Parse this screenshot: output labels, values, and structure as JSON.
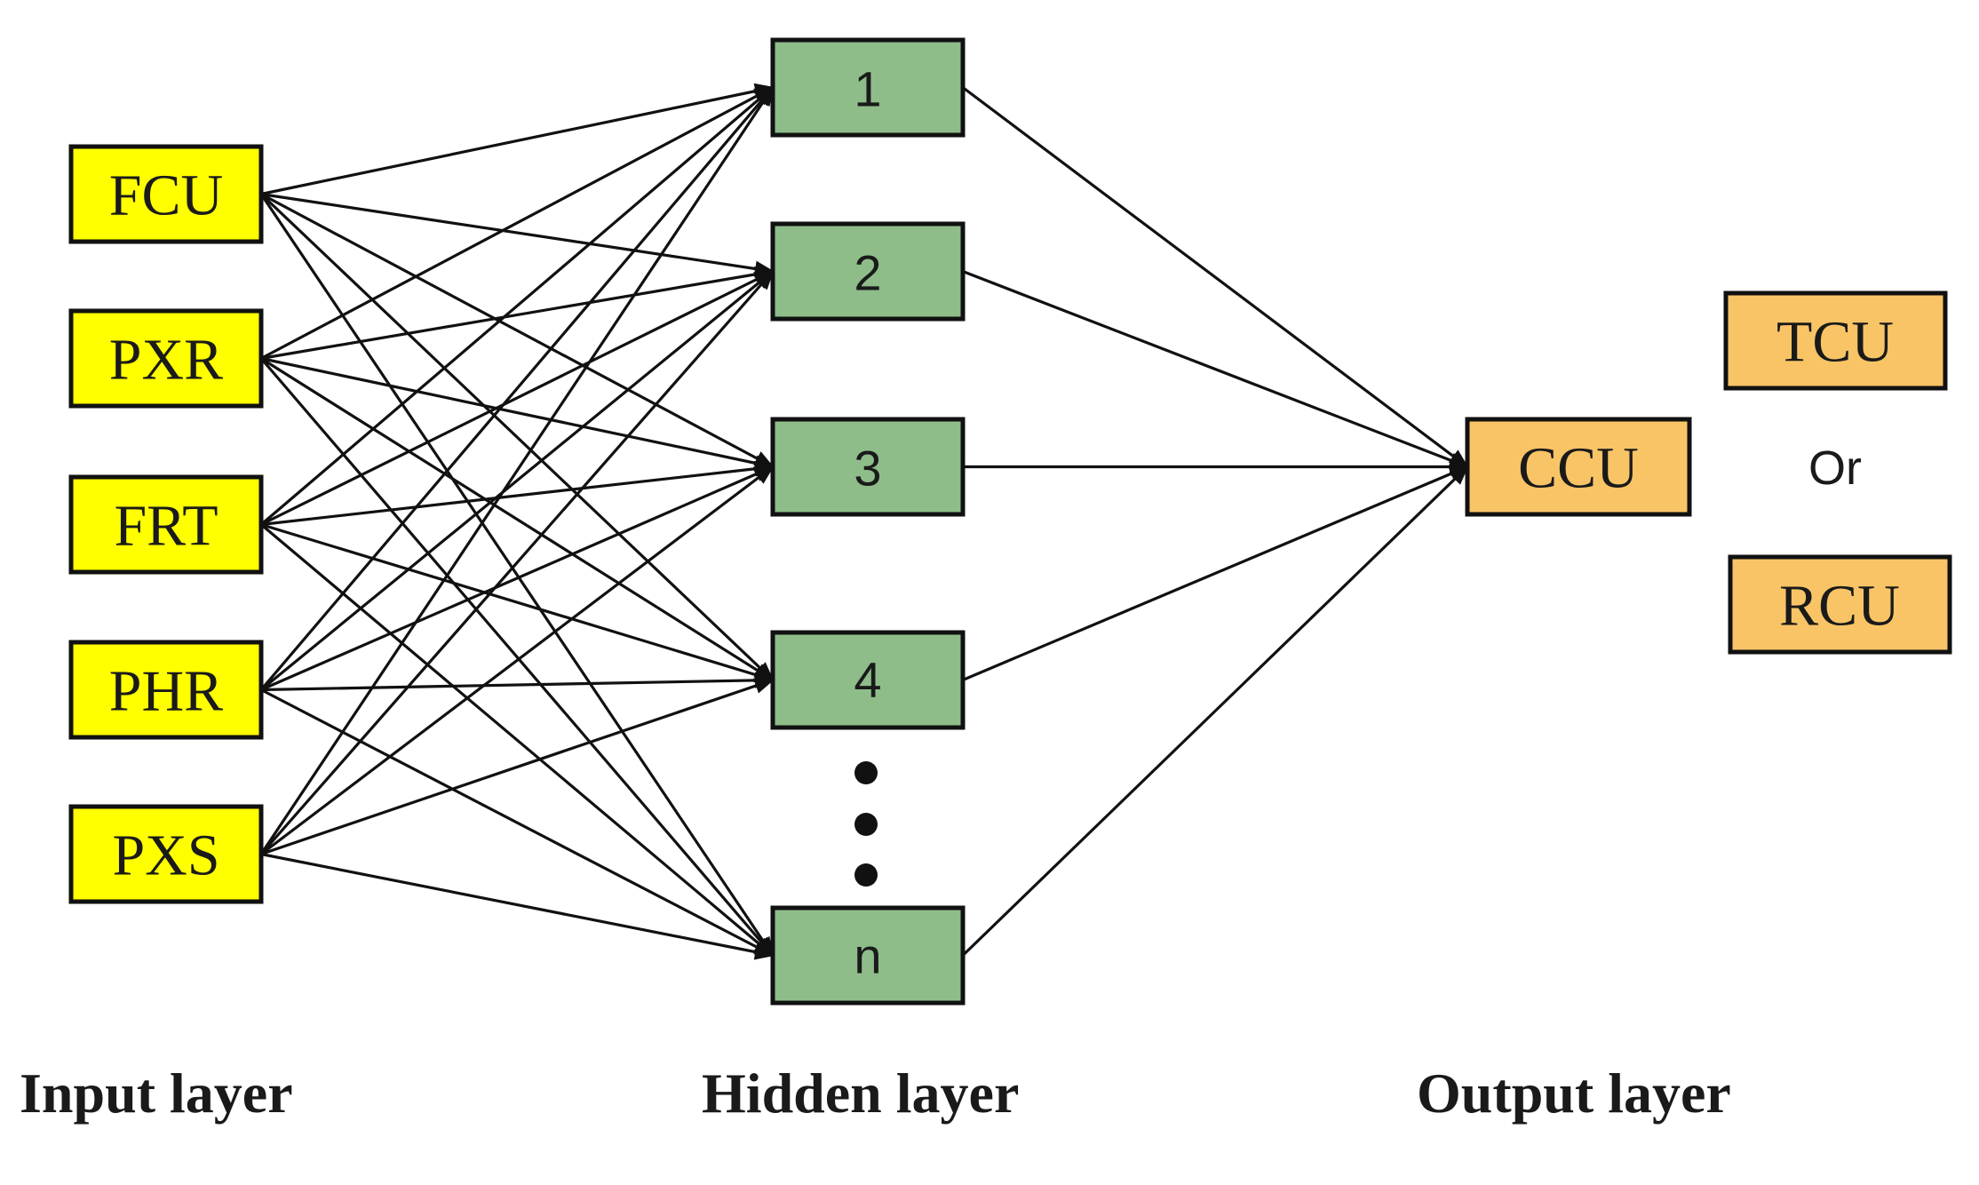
{
  "input_layer": {
    "title": "Input layer",
    "nodes": [
      {
        "id": "fcu",
        "label": "FCU"
      },
      {
        "id": "pxr",
        "label": "PXR"
      },
      {
        "id": "frt",
        "label": "FRT"
      },
      {
        "id": "phr",
        "label": "PHR"
      },
      {
        "id": "pxs",
        "label": "PXS"
      }
    ]
  },
  "hidden_layer": {
    "title": "Hidden layer",
    "nodes": [
      {
        "id": "h1",
        "label": "1"
      },
      {
        "id": "h2",
        "label": "2"
      },
      {
        "id": "h3",
        "label": "3"
      },
      {
        "id": "h4",
        "label": "4"
      },
      {
        "id": "hn",
        "label": "n"
      }
    ]
  },
  "output_layer": {
    "title": "Output layer",
    "node": {
      "id": "ccu",
      "label": "CCU"
    },
    "alternatives": {
      "first": "TCU",
      "connector": "Or",
      "second": "RCU"
    }
  },
  "colors": {
    "input_fill": "#ffff00",
    "hidden_fill": "#8ebd8a",
    "output_fill": "#f9c466",
    "stroke": "#111111"
  }
}
